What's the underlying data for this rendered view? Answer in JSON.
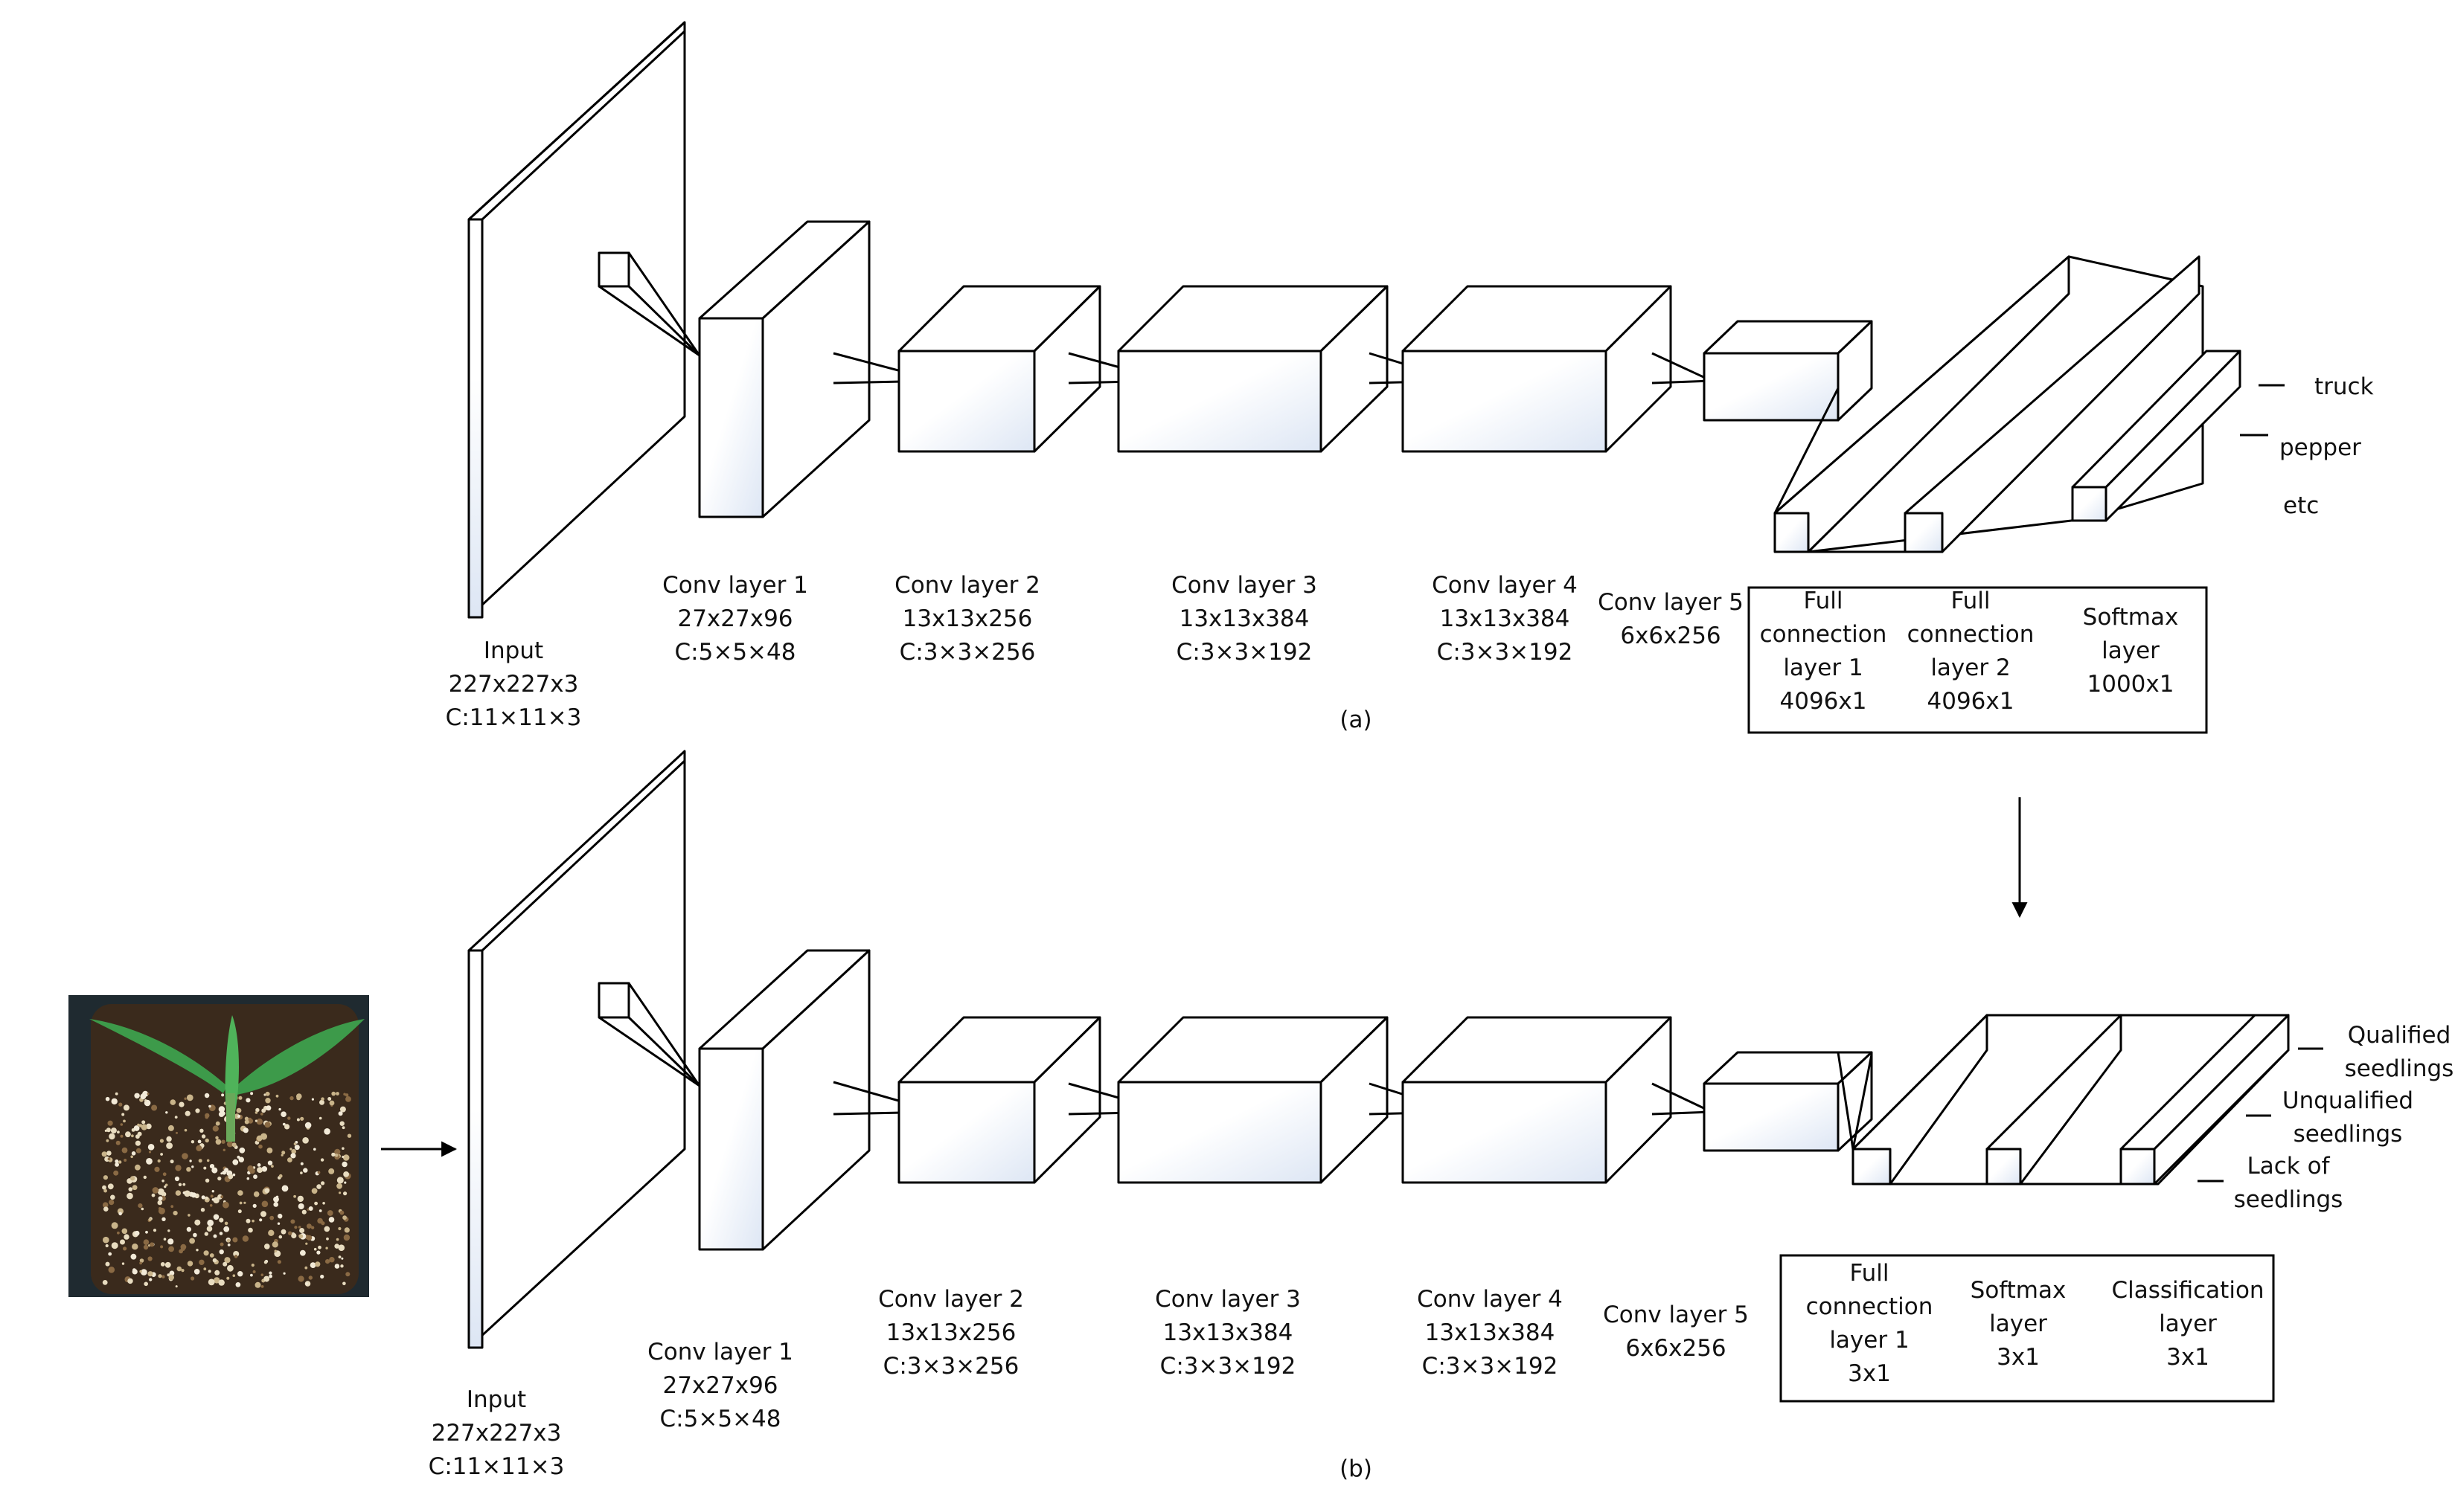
{
  "panel_a": {
    "caption": "(a)",
    "input": {
      "name": "Input",
      "size": "227x227x3",
      "kernel": "C:11×11×3"
    },
    "conv1": {
      "name": "Conv layer 1",
      "size": "27x27x96",
      "kernel": "C:5×5×48"
    },
    "conv2": {
      "name": "Conv layer 2",
      "size": "13x13x256",
      "kernel": "C:3×3×256"
    },
    "conv3": {
      "name": "Conv layer 3",
      "size": "13x13x384",
      "kernel": "C:3×3×192"
    },
    "conv4": {
      "name": "Conv layer 4",
      "size": "13x13x384",
      "kernel": "C:3×3×192"
    },
    "conv5": {
      "name": "Conv layer 5",
      "size": "6x6x256"
    },
    "fc1": {
      "l1": "Full",
      "l2": "connection",
      "l3": "layer 1",
      "size": "4096x1"
    },
    "fc2": {
      "l1": "Full",
      "l2": "connection",
      "l3": "layer 2",
      "size": "4096x1"
    },
    "softmax": {
      "l1": "Softmax",
      "l2": "layer",
      "size": "1000x1"
    },
    "outputs": [
      "truck",
      "pepper",
      "etc"
    ]
  },
  "panel_b": {
    "caption": "(b)",
    "input": {
      "name": "Input",
      "size": "227x227x3",
      "kernel": "C:11×11×3"
    },
    "conv1": {
      "name": "Conv layer 1",
      "size": "27x27x96",
      "kernel": "C:5×5×48"
    },
    "conv2": {
      "name": "Conv layer 2",
      "size": "13x13x256",
      "kernel": "C:3×3×256"
    },
    "conv3": {
      "name": "Conv layer 3",
      "size": "13x13x384",
      "kernel": "C:3×3×192"
    },
    "conv4": {
      "name": "Conv layer 4",
      "size": "13x13x384",
      "kernel": "C:3×3×192"
    },
    "conv5": {
      "name": "Conv layer 5",
      "size": "6x6x256"
    },
    "fc1": {
      "l1": "Full",
      "l2": "connection",
      "l3": "layer 1",
      "size": "3x1"
    },
    "softmax": {
      "l1": "Softmax",
      "l2": "layer",
      "size": "3x1"
    },
    "classification": {
      "l1": "Classification",
      "l2": "layer",
      "size": "3x1"
    },
    "outputs": [
      {
        "l1": "Qualified",
        "l2": "seedlings"
      },
      {
        "l1": "Unqualified",
        "l2": "seedlings"
      },
      {
        "l1": "Lack of",
        "l2": "seedlings"
      }
    ]
  },
  "colors": {
    "face_tint": "#dde6f4",
    "leaf": "#3d9a4a",
    "soil": "#3a2a1c",
    "tray": "#1f2a30"
  }
}
